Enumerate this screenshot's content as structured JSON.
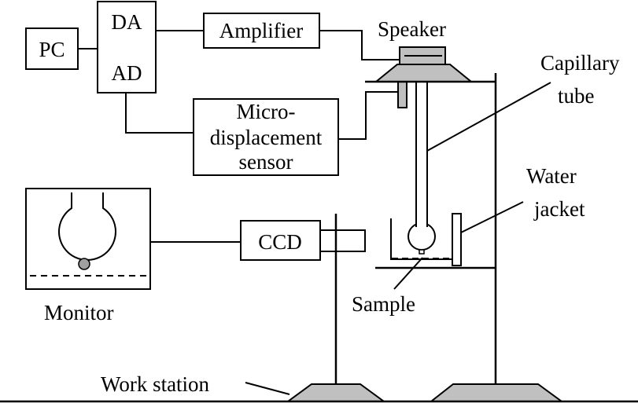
{
  "colors": {
    "line": "#000000",
    "fill_gray": "#c0c0c0",
    "background": "#ffffff"
  },
  "labels": {
    "pc": "PC",
    "da": "DA",
    "ad": "AD",
    "amplifier": "Amplifier",
    "speaker": "Speaker",
    "capillary_line1": "Capillary",
    "capillary_line2": "tube",
    "sensor_line1": "Micro-",
    "sensor_line2": "displacement",
    "sensor_line3": "sensor",
    "water_line1": "Water",
    "water_line2": "jacket",
    "ccd": "CCD",
    "monitor": "Monitor",
    "sample": "Sample",
    "work_station": "Work station"
  }
}
